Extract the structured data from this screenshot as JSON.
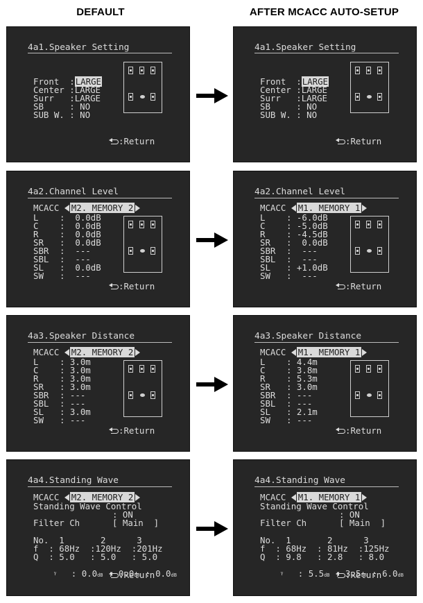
{
  "headers": {
    "left": "DEFAULT",
    "right": "AFTER MCACC AUTO-SETUP"
  },
  "return_label": ":Return",
  "colors": {
    "screen_bg": "#262626",
    "text": "#dcdcdc",
    "highlight": "#d9d9d9"
  },
  "panels": {
    "p1_default": {
      "title": "4a1.Speaker Setting",
      "rows": [
        {
          "label": "Front  :",
          "value": "LARGE",
          "highlight": true
        },
        {
          "label": "Center :",
          "value": "LARGE"
        },
        {
          "label": "Surr   :",
          "value": "LARGE"
        },
        {
          "label": "SB     :",
          "value": " NO"
        },
        {
          "label": "SUB W. :",
          "value": " NO"
        }
      ]
    },
    "p1_after": {
      "title": "4a1.Speaker Setting",
      "rows": [
        {
          "label": "Front  :",
          "value": "LARGE",
          "highlight": true
        },
        {
          "label": "Center :",
          "value": "LARGE"
        },
        {
          "label": "Surr   :",
          "value": "LARGE"
        },
        {
          "label": "SB     :",
          "value": " NO"
        },
        {
          "label": "SUB W. :",
          "value": " NO"
        }
      ]
    },
    "p2_default": {
      "title": "4a2.Channel Level",
      "mcacc_label": "MCACC",
      "memory": "M2. MEMORY 2",
      "rows": [
        {
          "label": "L",
          "value": "  0.0dB"
        },
        {
          "label": "C",
          "value": "  0.0dB"
        },
        {
          "label": "R",
          "value": "  0.0dB"
        },
        {
          "label": "SR",
          "value": "  0.0dB"
        },
        {
          "label": "SBR",
          "value": "  ---"
        },
        {
          "label": "SBL",
          "value": "  ---"
        },
        {
          "label": "SL",
          "value": "  0.0dB"
        },
        {
          "label": "SW",
          "value": "  ---"
        }
      ]
    },
    "p2_after": {
      "title": "4a2.Channel Level",
      "mcacc_label": "MCACC",
      "memory": "M1. MEMORY 1",
      "rows": [
        {
          "label": "L",
          "value": " -6.0dB"
        },
        {
          "label": "C",
          "value": " -5.0dB"
        },
        {
          "label": "R",
          "value": " -4.5dB"
        },
        {
          "label": "SR",
          "value": "  0.0dB"
        },
        {
          "label": "SBR",
          "value": "  ---"
        },
        {
          "label": "SBL",
          "value": "  ---"
        },
        {
          "label": "SL",
          "value": " +1.0dB"
        },
        {
          "label": "SW",
          "value": "  ---"
        }
      ]
    },
    "p3_default": {
      "title": "4a3.Speaker Distance",
      "mcacc_label": "MCACC",
      "memory": "M2. MEMORY 2",
      "rows": [
        {
          "label": "L",
          "value": " 3.0m"
        },
        {
          "label": "C",
          "value": " 3.0m"
        },
        {
          "label": "R",
          "value": " 3.0m"
        },
        {
          "label": "SR",
          "value": " 3.0m"
        },
        {
          "label": "SBR",
          "value": " ---"
        },
        {
          "label": "SBL",
          "value": " ---"
        },
        {
          "label": "SL",
          "value": " 3.0m"
        },
        {
          "label": "SW",
          "value": " ---"
        }
      ]
    },
    "p3_after": {
      "title": "4a3.Speaker Distance",
      "mcacc_label": "MCACC",
      "memory": "M1. MEMORY 1",
      "rows": [
        {
          "label": "L",
          "value": " 4.4m"
        },
        {
          "label": "C",
          "value": " 3.8m"
        },
        {
          "label": "R",
          "value": " 5.3m"
        },
        {
          "label": "SR",
          "value": " 3.0m"
        },
        {
          "label": "SBR",
          "value": " ---"
        },
        {
          "label": "SBL",
          "value": " ---"
        },
        {
          "label": "SL",
          "value": " 2.1m"
        },
        {
          "label": "SW",
          "value": " ---"
        }
      ]
    },
    "p4_default": {
      "title": "4a4.Standing Wave",
      "mcacc_label": "MCACC",
      "memory": "M2. MEMORY 2",
      "control_label": "Standing Wave Control",
      "control_value": ": ON",
      "filter_label": "Filter Ch",
      "filter_value": "[ Main  ]",
      "no_row": "No.  1       2      3",
      "f_row": "f  : 68Hz  :120Hz  :201Hz",
      "q_row": "Q  : 5.0   : 5.0   : 5.0",
      "g_prefix": ":",
      "g_values": [
        " 0.0",
        " 0.0",
        " 0.0"
      ],
      "db_unit": "dB"
    },
    "p4_after": {
      "title": "4a4.Standing Wave",
      "mcacc_label": "MCACC",
      "memory": "M1. MEMORY 1",
      "control_label": "Standing Wave Control",
      "control_value": ": ON",
      "filter_label": "Filter Ch",
      "filter_value": "[ Main  ]",
      "no_row": "No.  1       2      3",
      "f_row": "f  : 68Hz  : 81Hz  :125Hz",
      "q_row": "Q  : 9.8   : 2.8   : 8.0",
      "g_prefix": ":",
      "g_values": [
        " 5.5",
        " 3.5",
        " 6.0"
      ],
      "db_unit": "dB"
    }
  }
}
